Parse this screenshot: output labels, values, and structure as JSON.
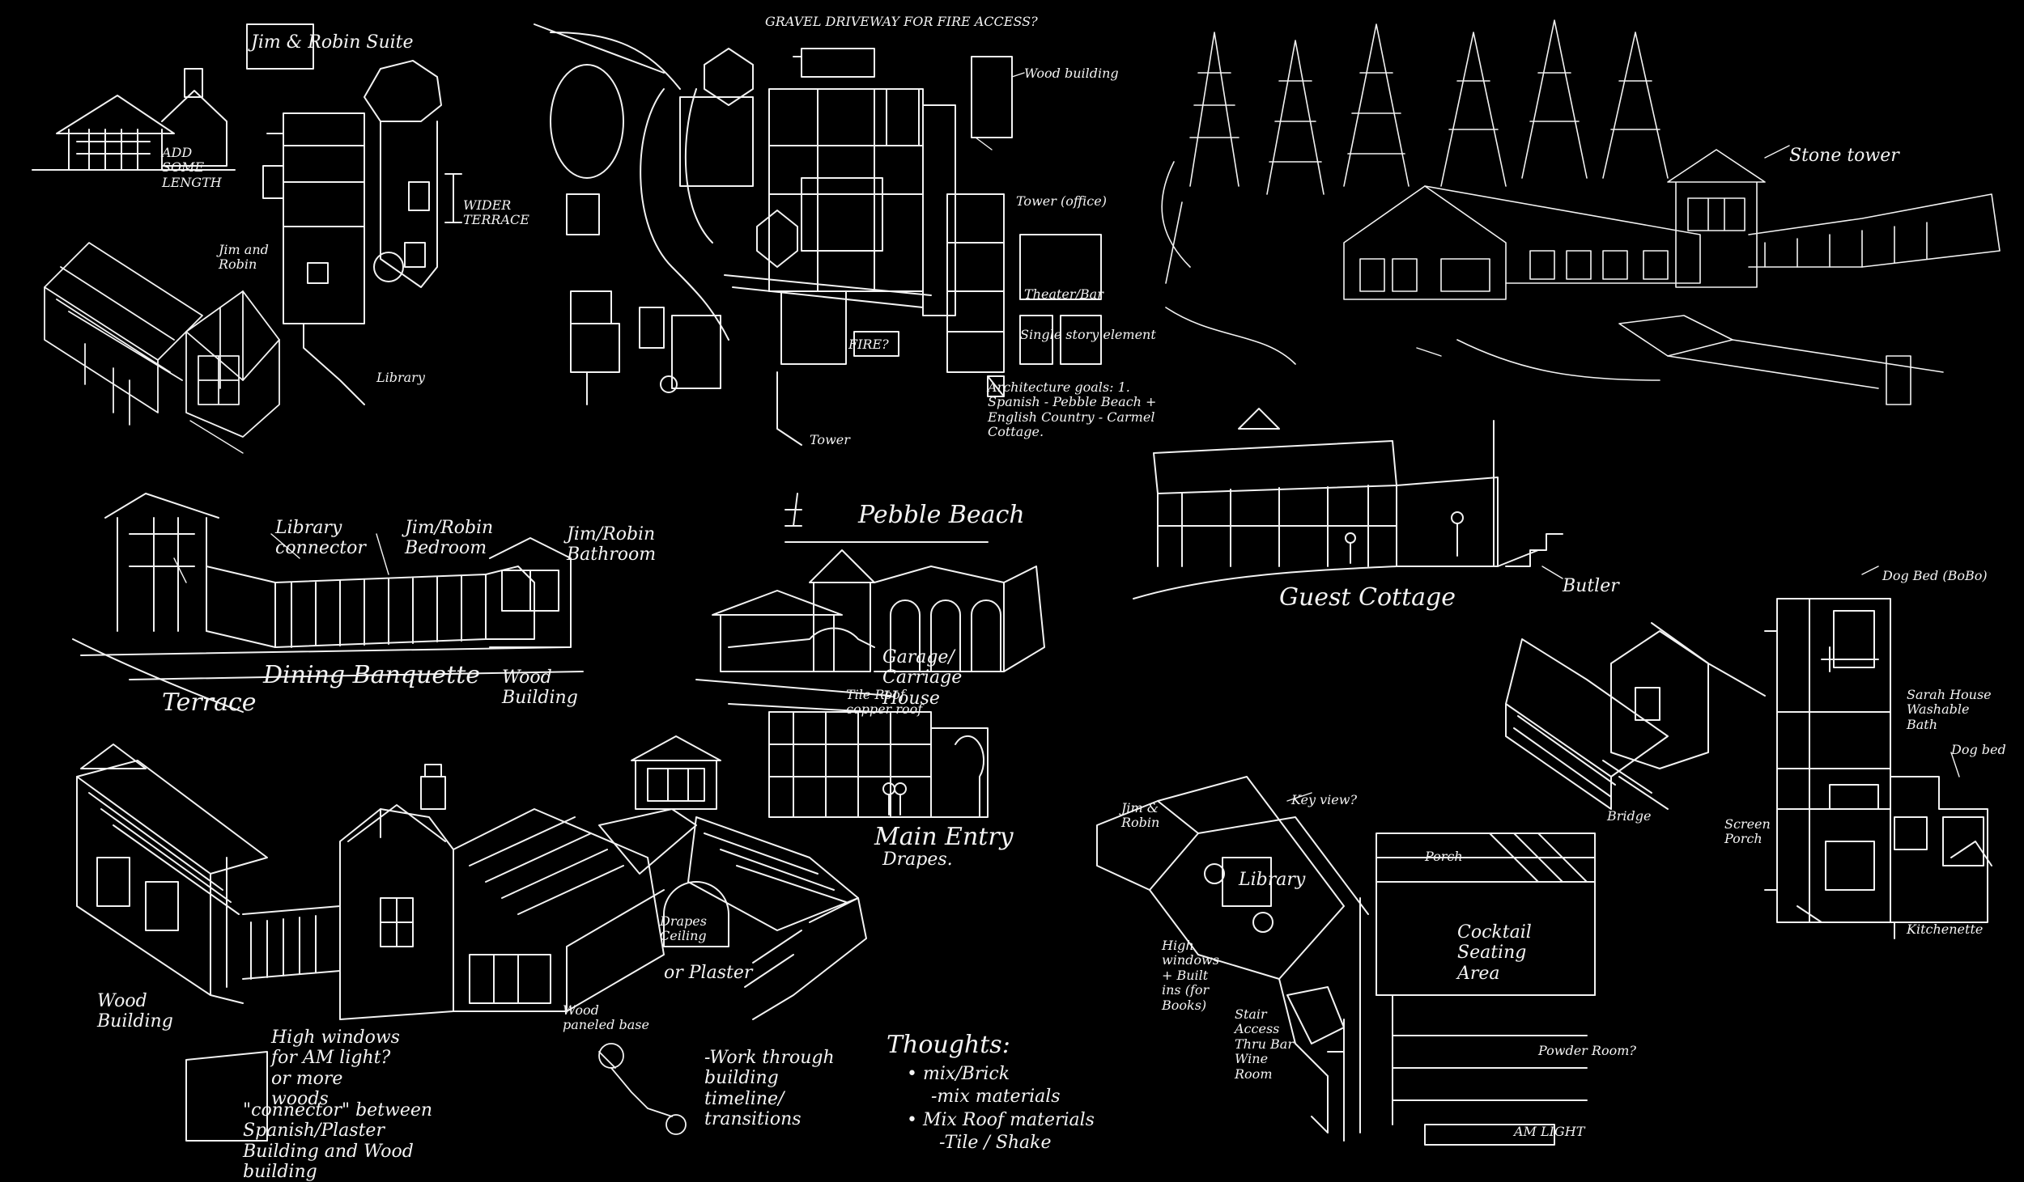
{
  "labels": {
    "jim_robin_suite": "Jim & Robin Suite",
    "add_length": "ADD SOME LENGTH",
    "wider_terrace": "WIDER TERRACE",
    "jim_robin_room": "Jim and Robin",
    "library_plan": "Library",
    "gravel_driveway": "GRAVEL DRIVEWAY FOR FIRE ACCESS?",
    "wood_building_top": "Wood building",
    "tower_office": "Tower (office)",
    "theater_bar": "Theater/Bar",
    "single_story": "Single story element",
    "architecture_goals": "Architecture goals: 1. Spanish - Pebble Beach + English Country - Carmel Cottage.",
    "tower_plan": "Tower",
    "fire": "FIRE?",
    "stone_tower": "Stone tower",
    "guest_cottage": "Guest Cottage",
    "butler": "Butler",
    "library_connector": "Library connector",
    "jim_robin_bedroom": "Jim/Robin Bedroom",
    "jim_robin_bathroom": "Jim/Robin Bathroom",
    "dining_banquette": "Dining Banquette",
    "terrace": "Terrace",
    "wood_building_mid": "Wood Building",
    "pebble_beach": "Pebble Beach",
    "garage_carriage": "Garage/ Carriage House",
    "tile_roof": "Tile Roof copper roof",
    "main_entry": "Main Entry",
    "drapes": "Drapes.",
    "drapes_ceiling": "Drapes Ceiling",
    "or_plaster": "or Plaster",
    "wood_paneled": "Wood paneled base",
    "wood_building_low": "Wood Building",
    "high_windows": "High windows for AM light? or more woods",
    "connector_between": "\"connector\" between Spanish/Plaster Building and Wood building",
    "work_through": "-Work through building timeline/ transitions",
    "thoughts": "Thoughts:",
    "thoughts_1": "• mix/Brick",
    "thoughts_2": "-mix materials",
    "thoughts_3": "• Mix Roof materials",
    "thoughts_4": "-Tile / Shake",
    "key_view": "Key view?",
    "library_lower": "Library",
    "porch": "Porch",
    "cocktail_seating": "Cocktail Seating Area",
    "high_windows_builtins": "High windows + Built ins (for Books)",
    "stair_access": "Stair Access Thru Bar Wine Room",
    "powder_room": "Powder Room?",
    "am_light": "AM LIGHT",
    "jim_robin_lower": "Jim & Robin",
    "dog_bed": "Dog Bed (BoBo)",
    "sarah_house": "Sarah House Washable Bath",
    "dog_bed_2": "Dog bed",
    "kitchenette": "Kitchenette",
    "screen_porch": "Screen Porch",
    "bridge": "Bridge"
  }
}
